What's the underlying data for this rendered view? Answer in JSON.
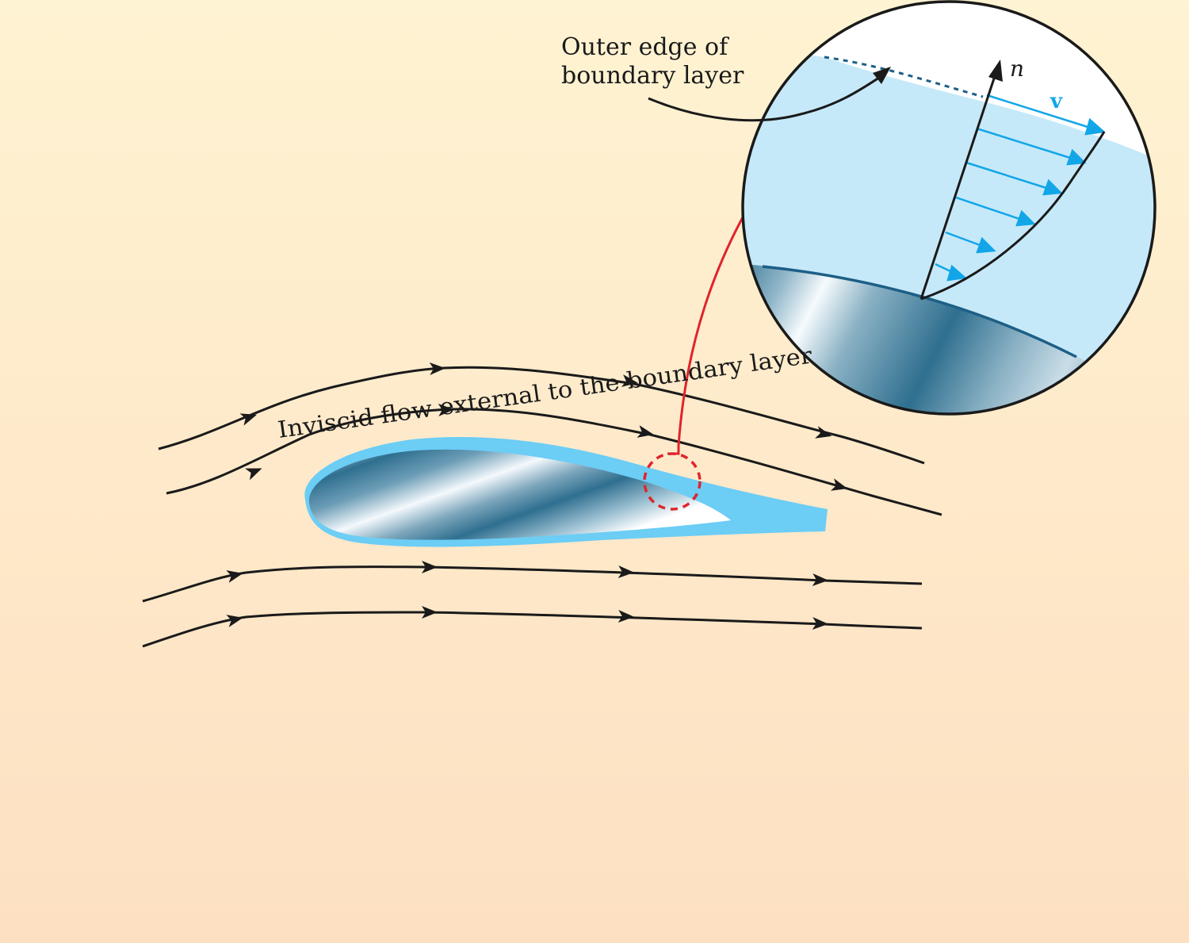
{
  "labels": {
    "outer_edge_line1": "Outer edge of",
    "outer_edge_line2": "boundary layer",
    "inviscid_flow": "Inviscid flow external to the boundary layer",
    "normal_axis": "n",
    "velocity": "v"
  },
  "colors": {
    "background_top": "#fef3d2",
    "background_bottom": "#fde0c2",
    "boundary_layer": "#6ccdf5",
    "magnifier_fill": "#c6e9f9",
    "velocity_arrows": "#12a6e8",
    "callout_line": "#e0242b",
    "streamline": "#1a1a1a",
    "airfoil_dark": "#2f6f8f"
  },
  "icons": {
    "magnifier": "magnifier-circle",
    "zoom_marker": "dashed-circle"
  }
}
